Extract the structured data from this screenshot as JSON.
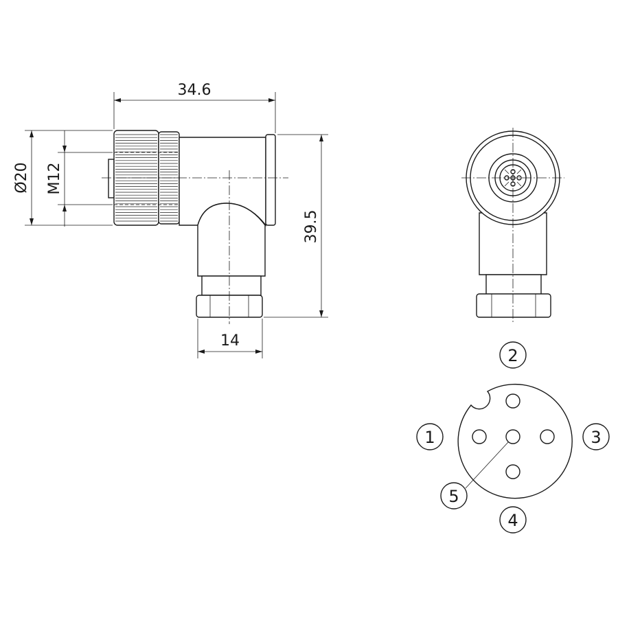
{
  "dimensions": {
    "length": "34.6",
    "height": "39.5",
    "width": "14",
    "diameter": "Ø20",
    "thread": "M12"
  },
  "pins": [
    {
      "number": "1"
    },
    {
      "number": "2"
    },
    {
      "number": "3"
    },
    {
      "number": "4"
    },
    {
      "number": "5"
    }
  ]
}
